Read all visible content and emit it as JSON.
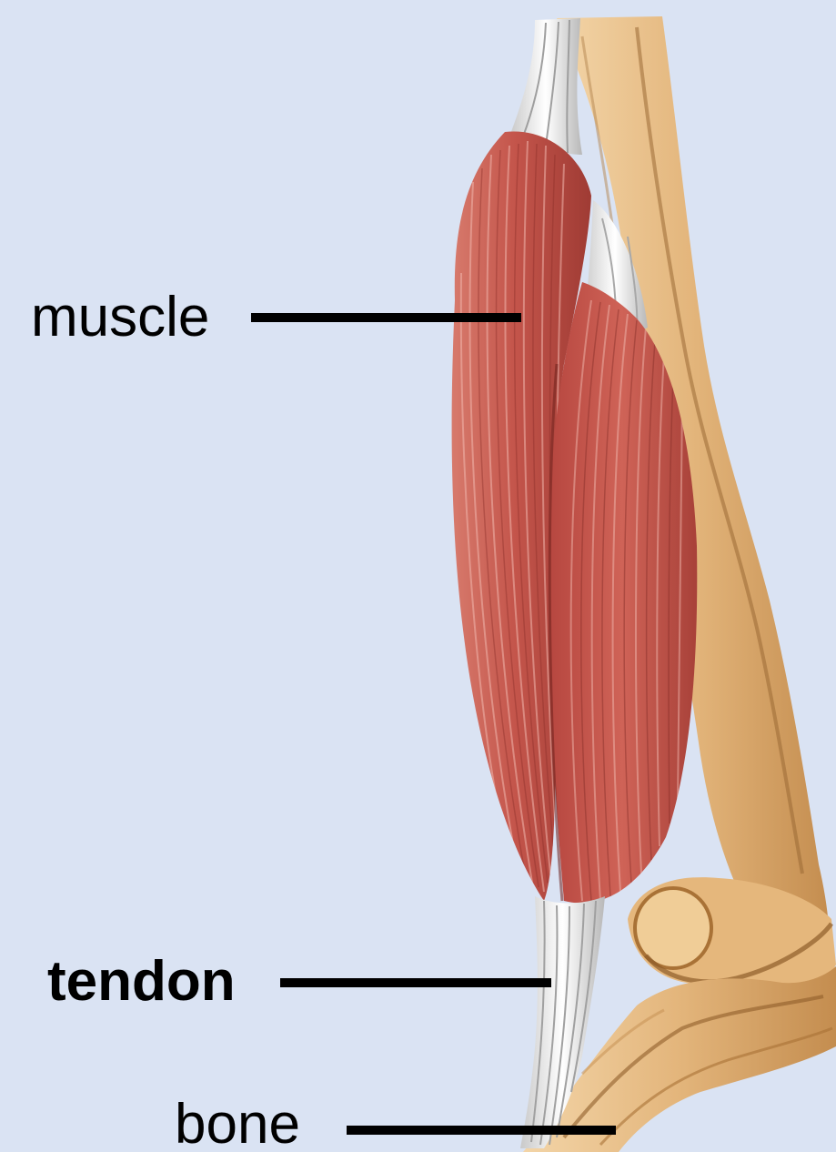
{
  "background_color": "#dae3f3",
  "labels": {
    "muscle": "muscle",
    "tendon": "tendon",
    "bone": "bone"
  },
  "colors": {
    "muscle": "#c8584f",
    "tendon": "#eeeeee",
    "bone": "#e2b479",
    "leader": "#000000"
  }
}
